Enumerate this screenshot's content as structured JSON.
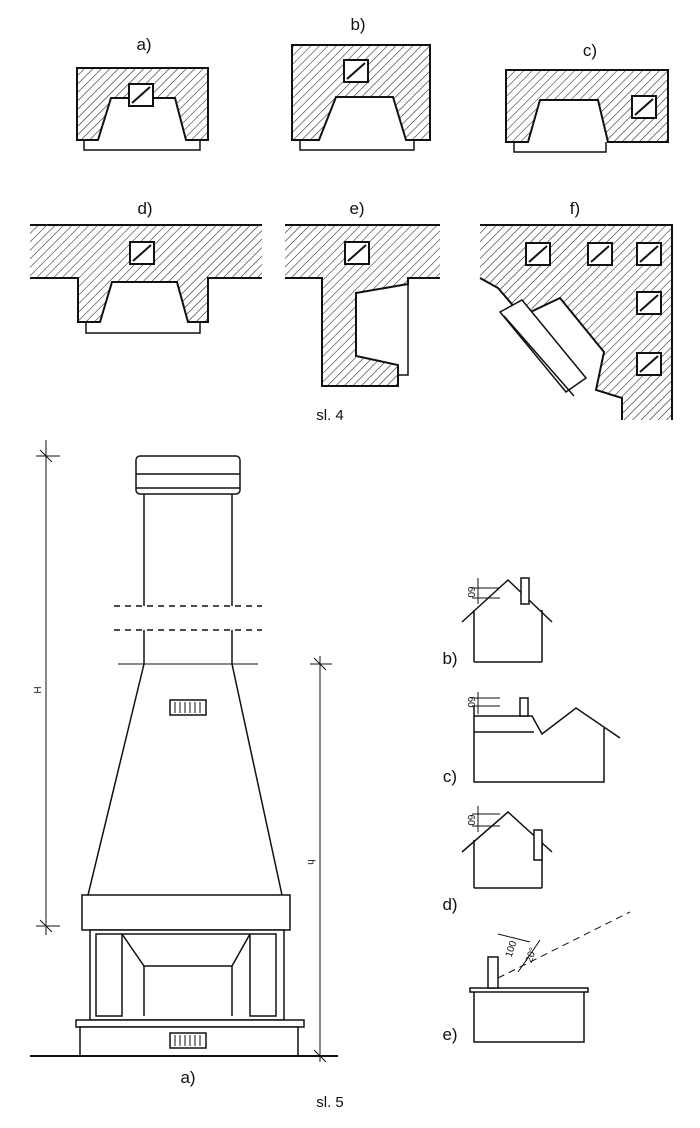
{
  "figure4": {
    "caption": "sl. 4",
    "panels": {
      "a": "a)",
      "b": "b)",
      "c": "c)",
      "d": "d)",
      "e": "e)",
      "f": "f)"
    }
  },
  "figure5": {
    "caption": "sl. 5",
    "main_label": "a)",
    "dim_H": "H",
    "dim_h": "h",
    "roof_variants": {
      "b": {
        "label": "b)",
        "clearance": "60"
      },
      "c": {
        "label": "c)",
        "clearance": "60"
      },
      "d": {
        "label": "d)",
        "clearance": "60"
      },
      "e": {
        "label": "e)",
        "height": "100",
        "angle": "20°"
      }
    }
  },
  "colors": {
    "ink": "#111111",
    "paper": "#ffffff"
  }
}
